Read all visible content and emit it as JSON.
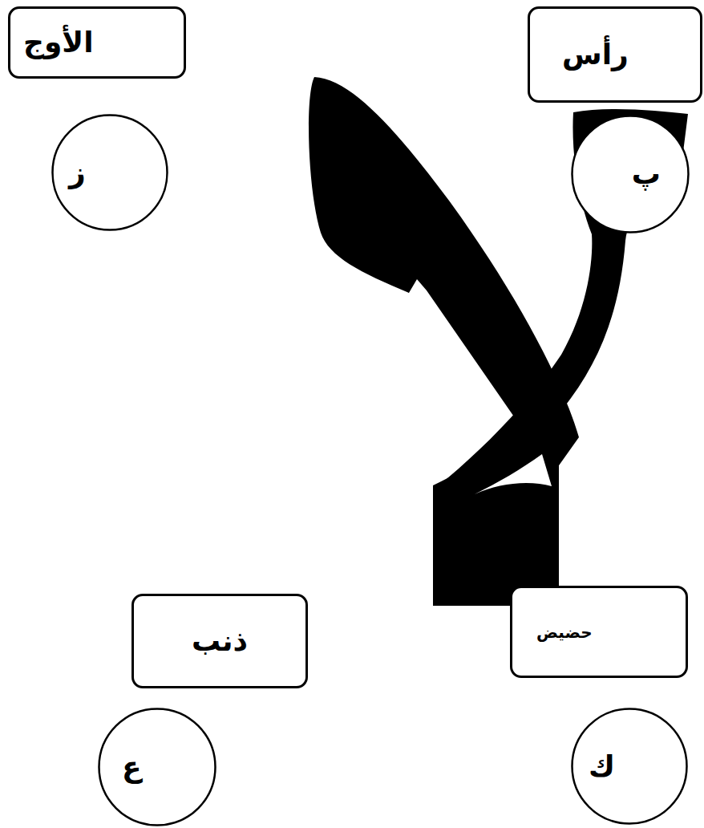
{
  "diagram": {
    "nodes": [
      {
        "text": [
          "رأس"
        ]
      },
      {
        "text": [
          "الأوج"
        ]
      },
      {
        "text": [
          "پ"
        ]
      },
      {
        "text": [
          "ز"
        ]
      },
      {
        "text": [
          "حضيض"
        ]
      },
      {
        "text": [
          "ذنب"
        ]
      },
      {
        "text": [
          "ك"
        ]
      },
      {
        "text": [
          "ع"
        ]
      }
    ]
  }
}
